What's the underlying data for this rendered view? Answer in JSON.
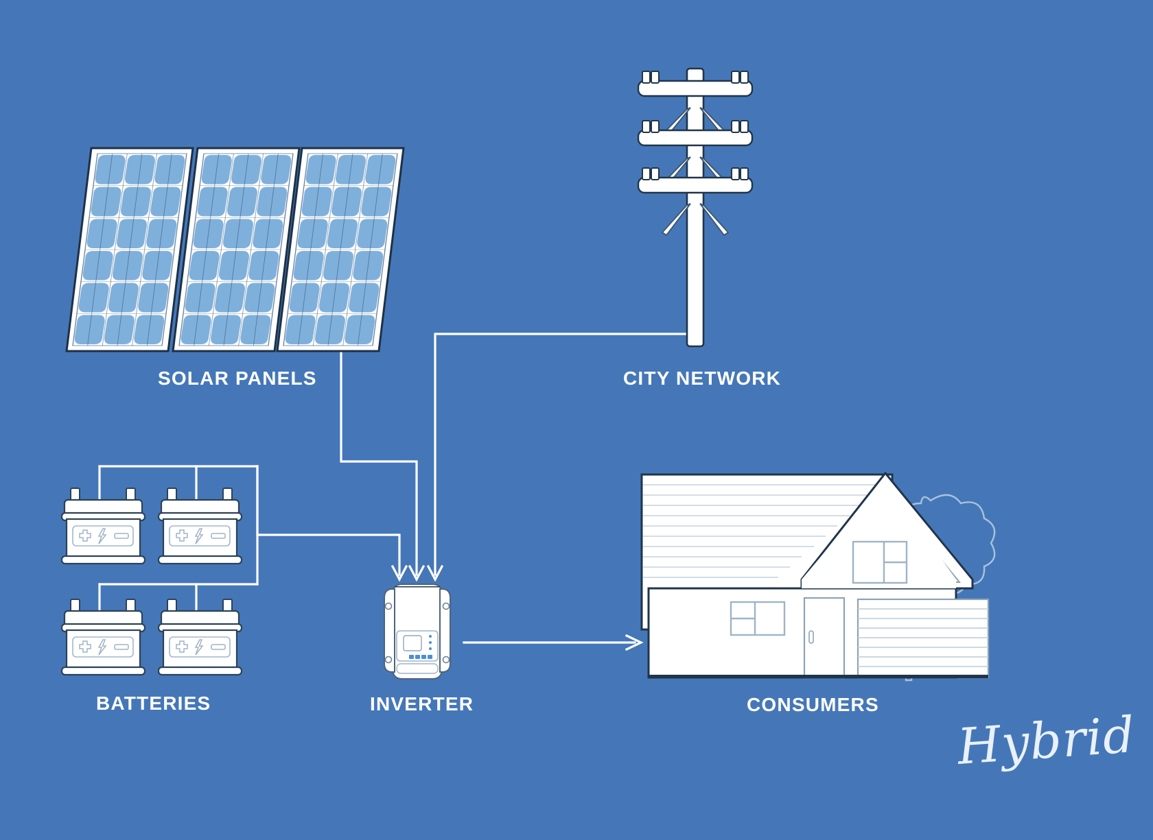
{
  "diagram": {
    "title": "Hybrid solar power system schematic",
    "background_color": "#4577b8",
    "line_color": "#ffffff",
    "component_fill": "#ffffff",
    "panel_cell_color": "#7fb0dc",
    "signature": "Hybrid"
  },
  "labels": {
    "solar_panels": "SOLAR PANELS",
    "city_network": "CITY NETWORK",
    "batteries": "BATTERIES",
    "inverter": "INVERTER",
    "consumers": "CONSUMERS"
  },
  "components": {
    "solar_panels": {
      "name": "SOLAR PANELS",
      "count": 3,
      "cell_columns": 3,
      "cell_rows": 6
    },
    "batteries": {
      "name": "BATTERIES",
      "count": 4,
      "arrangement": "2 x 2",
      "markings": [
        "plus",
        "lightning-bolt",
        "minus"
      ]
    },
    "inverter": {
      "name": "INVERTER",
      "display": "LCD screen",
      "button_count": 4,
      "led_count": 3
    },
    "city_network": {
      "name": "CITY NETWORK",
      "crossarm_count": 3,
      "insulators_per_arm": 4
    },
    "consumers": {
      "name": "CONSUMERS",
      "building": "house with garage",
      "window_count": 2,
      "door_count": 1,
      "garage_doors": 1,
      "tree_count": 1
    }
  },
  "connections": [
    {
      "from": "SOLAR PANELS",
      "to": "INVERTER",
      "arrow": "down"
    },
    {
      "from": "BATTERIES",
      "to": "INVERTER",
      "arrow": "down"
    },
    {
      "from": "CITY NETWORK",
      "to": "INVERTER",
      "arrow": "down"
    },
    {
      "from": "INVERTER",
      "to": "CONSUMERS",
      "arrow": "right"
    }
  ]
}
